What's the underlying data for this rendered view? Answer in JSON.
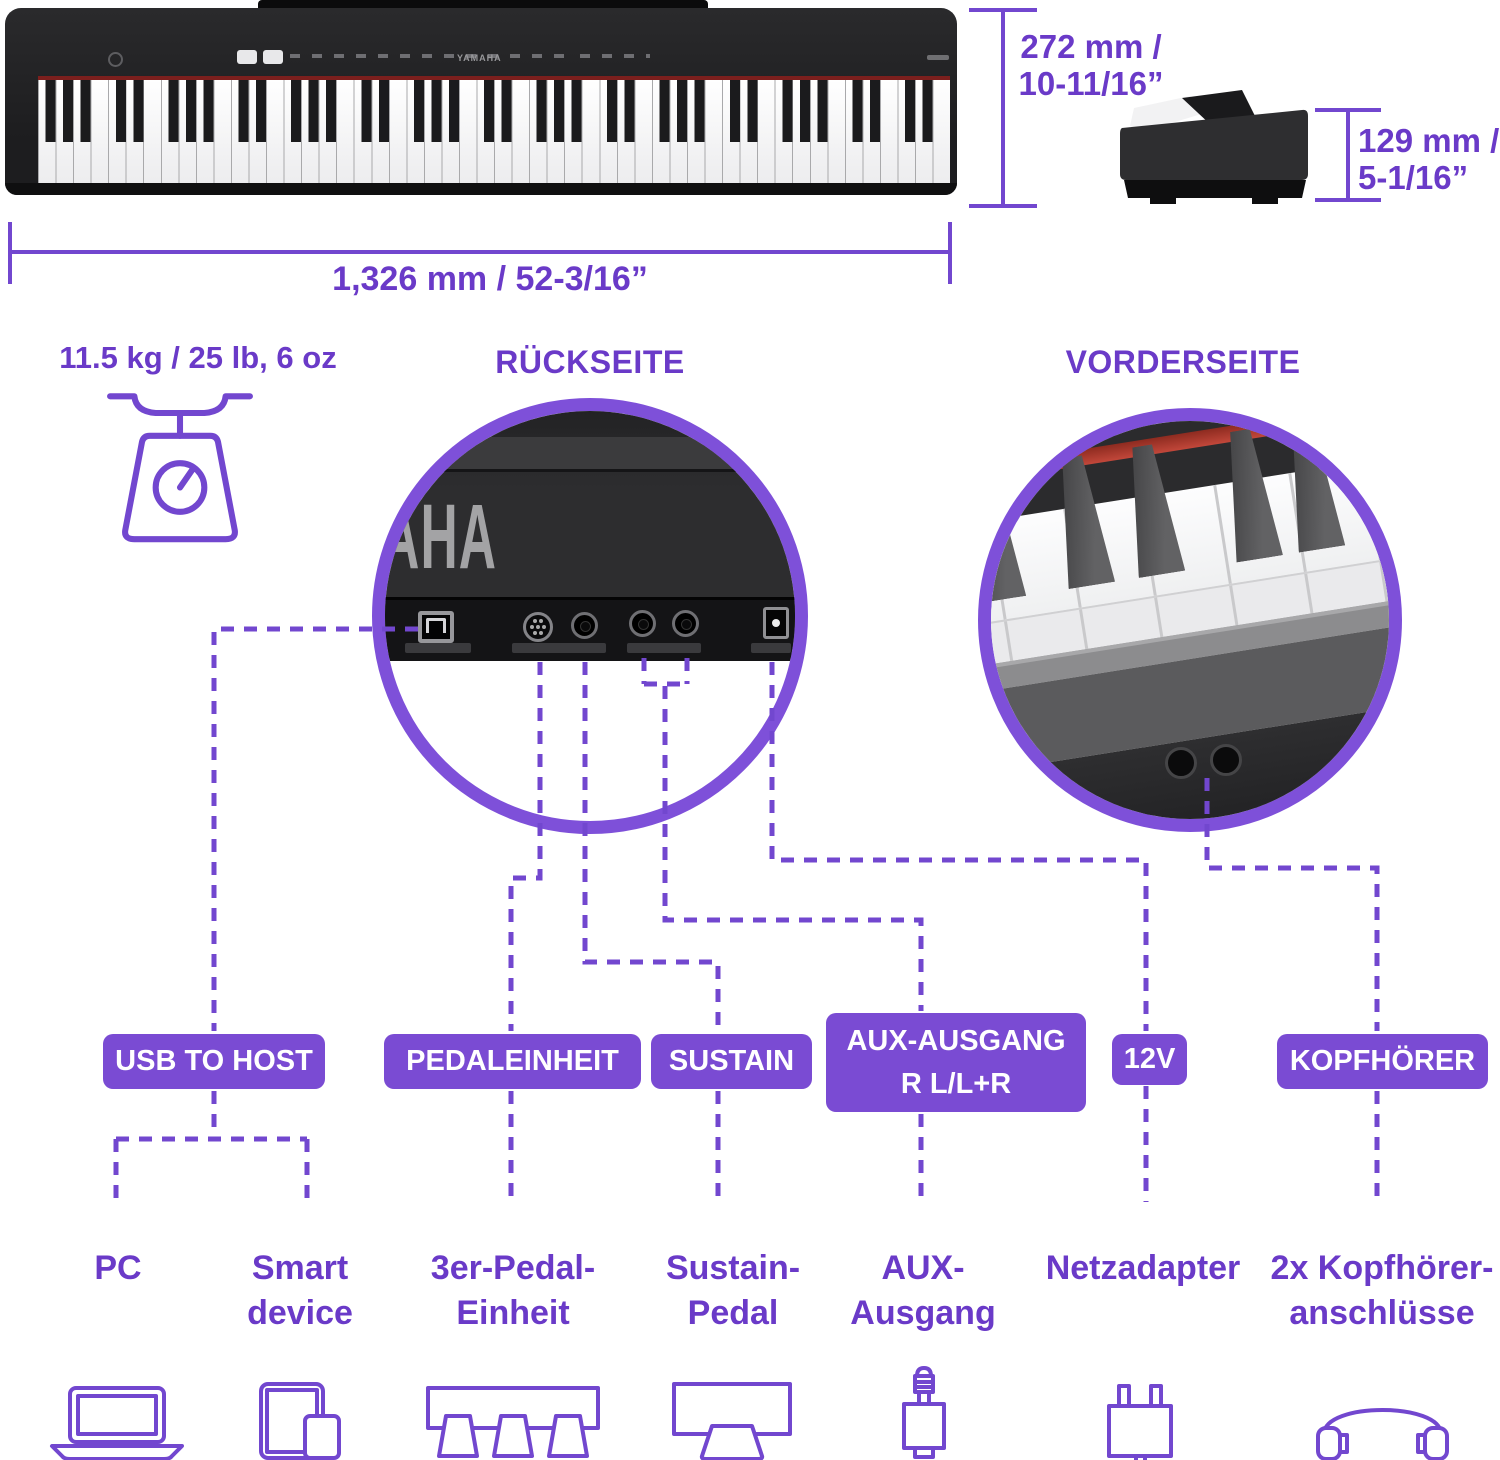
{
  "colors": {
    "accent_text": "#6a3ac8",
    "badge_fill": "#7a4bd3",
    "dashed_line": "#7247cf",
    "circle_ring": "#7e50d9"
  },
  "product": {
    "brand": "YAMAHA"
  },
  "dimensions": {
    "width": "1,326 mm / 52-3/16”",
    "height": [
      "272 mm /",
      "10-11/16”"
    ],
    "depth": [
      "129 mm /",
      "5-1/16”"
    ],
    "weight": "11.5 kg / 25 lb, 6 oz"
  },
  "views": {
    "rear": "RÜCKSEITE",
    "front": "VORDERSEITE"
  },
  "badges": {
    "usb": [
      "USB TO HOST"
    ],
    "pedal": [
      "PEDALEINHEIT"
    ],
    "sustain": [
      "SUSTAIN"
    ],
    "aux": [
      "AUX-AUSGANG",
      "R L/L+R"
    ],
    "power": [
      "12V"
    ],
    "phones": [
      "KOPFHÖRER"
    ]
  },
  "devices": {
    "pc": [
      "PC"
    ],
    "smart": [
      "Smart",
      "device"
    ],
    "pedal_unit": [
      "3er-Pedal-",
      "Einheit"
    ],
    "sustain_pedal": [
      "Sustain-",
      "Pedal"
    ],
    "aux_out": [
      "AUX-",
      "Ausgang"
    ],
    "adapter": [
      "Netzadapter"
    ],
    "headphones": [
      "2x Kopfhörer-",
      "anschlüsse"
    ]
  }
}
